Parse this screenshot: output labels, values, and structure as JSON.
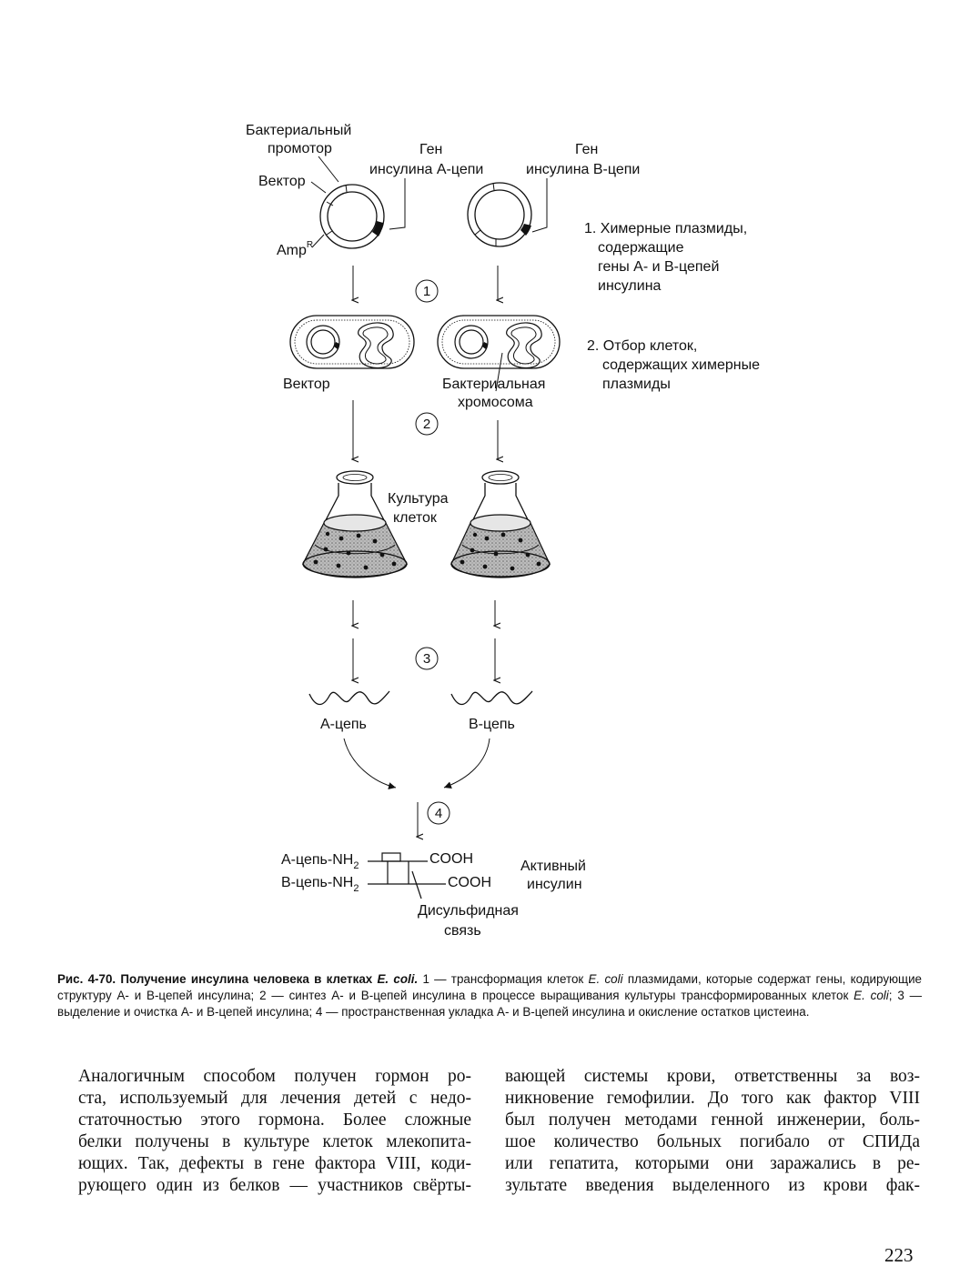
{
  "figure": {
    "labels": {
      "promoter_line1": "Бактериальный",
      "promoter_line2": "промотор",
      "vector": "Вектор",
      "ampr": "Amp",
      "ampr_sup": "R",
      "gene_a_line1": "Ген",
      "gene_a_line2": "инсулина А-цепи",
      "gene_b_line1": "Ген",
      "gene_b_line2": "инсулина В-цепи",
      "vector_cell": "Вектор",
      "chromosome_line1": "Бактериальная",
      "chromosome_line2": "хромосома",
      "culture_line1": "Культура",
      "culture_line2": "клеток",
      "a_chain": "А-цепь",
      "b_chain": "В-цепь",
      "a_chain_nh2": "А-цепь-NH",
      "b_chain_nh2": "В-цепь-NH",
      "nh2_sub": "2",
      "cooh_top": "COOH",
      "cooh_bottom": "COOH",
      "active_line1": "Активный",
      "active_line2": "инсулин",
      "disulfide_line1": "Дисульфидная",
      "disulfide_line2": "связь"
    },
    "steps": [
      "1",
      "2",
      "3",
      "4"
    ],
    "notes": {
      "note1": [
        "1. Химерные плазмиды,",
        "содержащие",
        "гены А- и В-цепей",
        "инсулина"
      ],
      "note2": [
        "2. Отбор клеток,",
        "содержащих химерные",
        "плазмиды"
      ]
    }
  },
  "caption": {
    "bold": "Рис. 4-70. Получение инсулина человека в клетках ",
    "bold_italic": "E. coli.",
    "seg1": " 1 — трансформация клеток ",
    "italic1": "E. coli",
    "seg2": " плазмидами, которые содержат гены, кодирующие структуру А- и В-цепей инсулина; 2 — синтез А- и В-цепей инсулина в процессе выращивания культуры трансформированных клеток ",
    "italic2": "E. coli",
    "seg3": "; 3 — выделение и очистка А- и В-цепей инсулина; 4 — пространственная укладка А- и В-цепей инсулина и окисление остатков цистеина."
  },
  "body_text": {
    "left_lines": [
      "Аналогичным способом получен гормон ро-",
      "ста, используемый для лечения детей с недо-",
      "статочностью этого гормона. Более сложные",
      "белки получены в культуре клеток млекопита-",
      "ющих. Так, дефекты в гене фактора VIII, коди-",
      "рующего один из белков — участников свёрты-"
    ],
    "right_lines": [
      "вающей системы крови, ответственны за воз-",
      "никновение гемофилии. До того как фактор VIII",
      "был получен методами генной инженерии, боль-",
      "шое количество больных погибало от СПИДа",
      "или гепатита, которыми они заражались в ре-",
      "зультате введения выделенного из крови фак-"
    ]
  },
  "page_number": "223"
}
